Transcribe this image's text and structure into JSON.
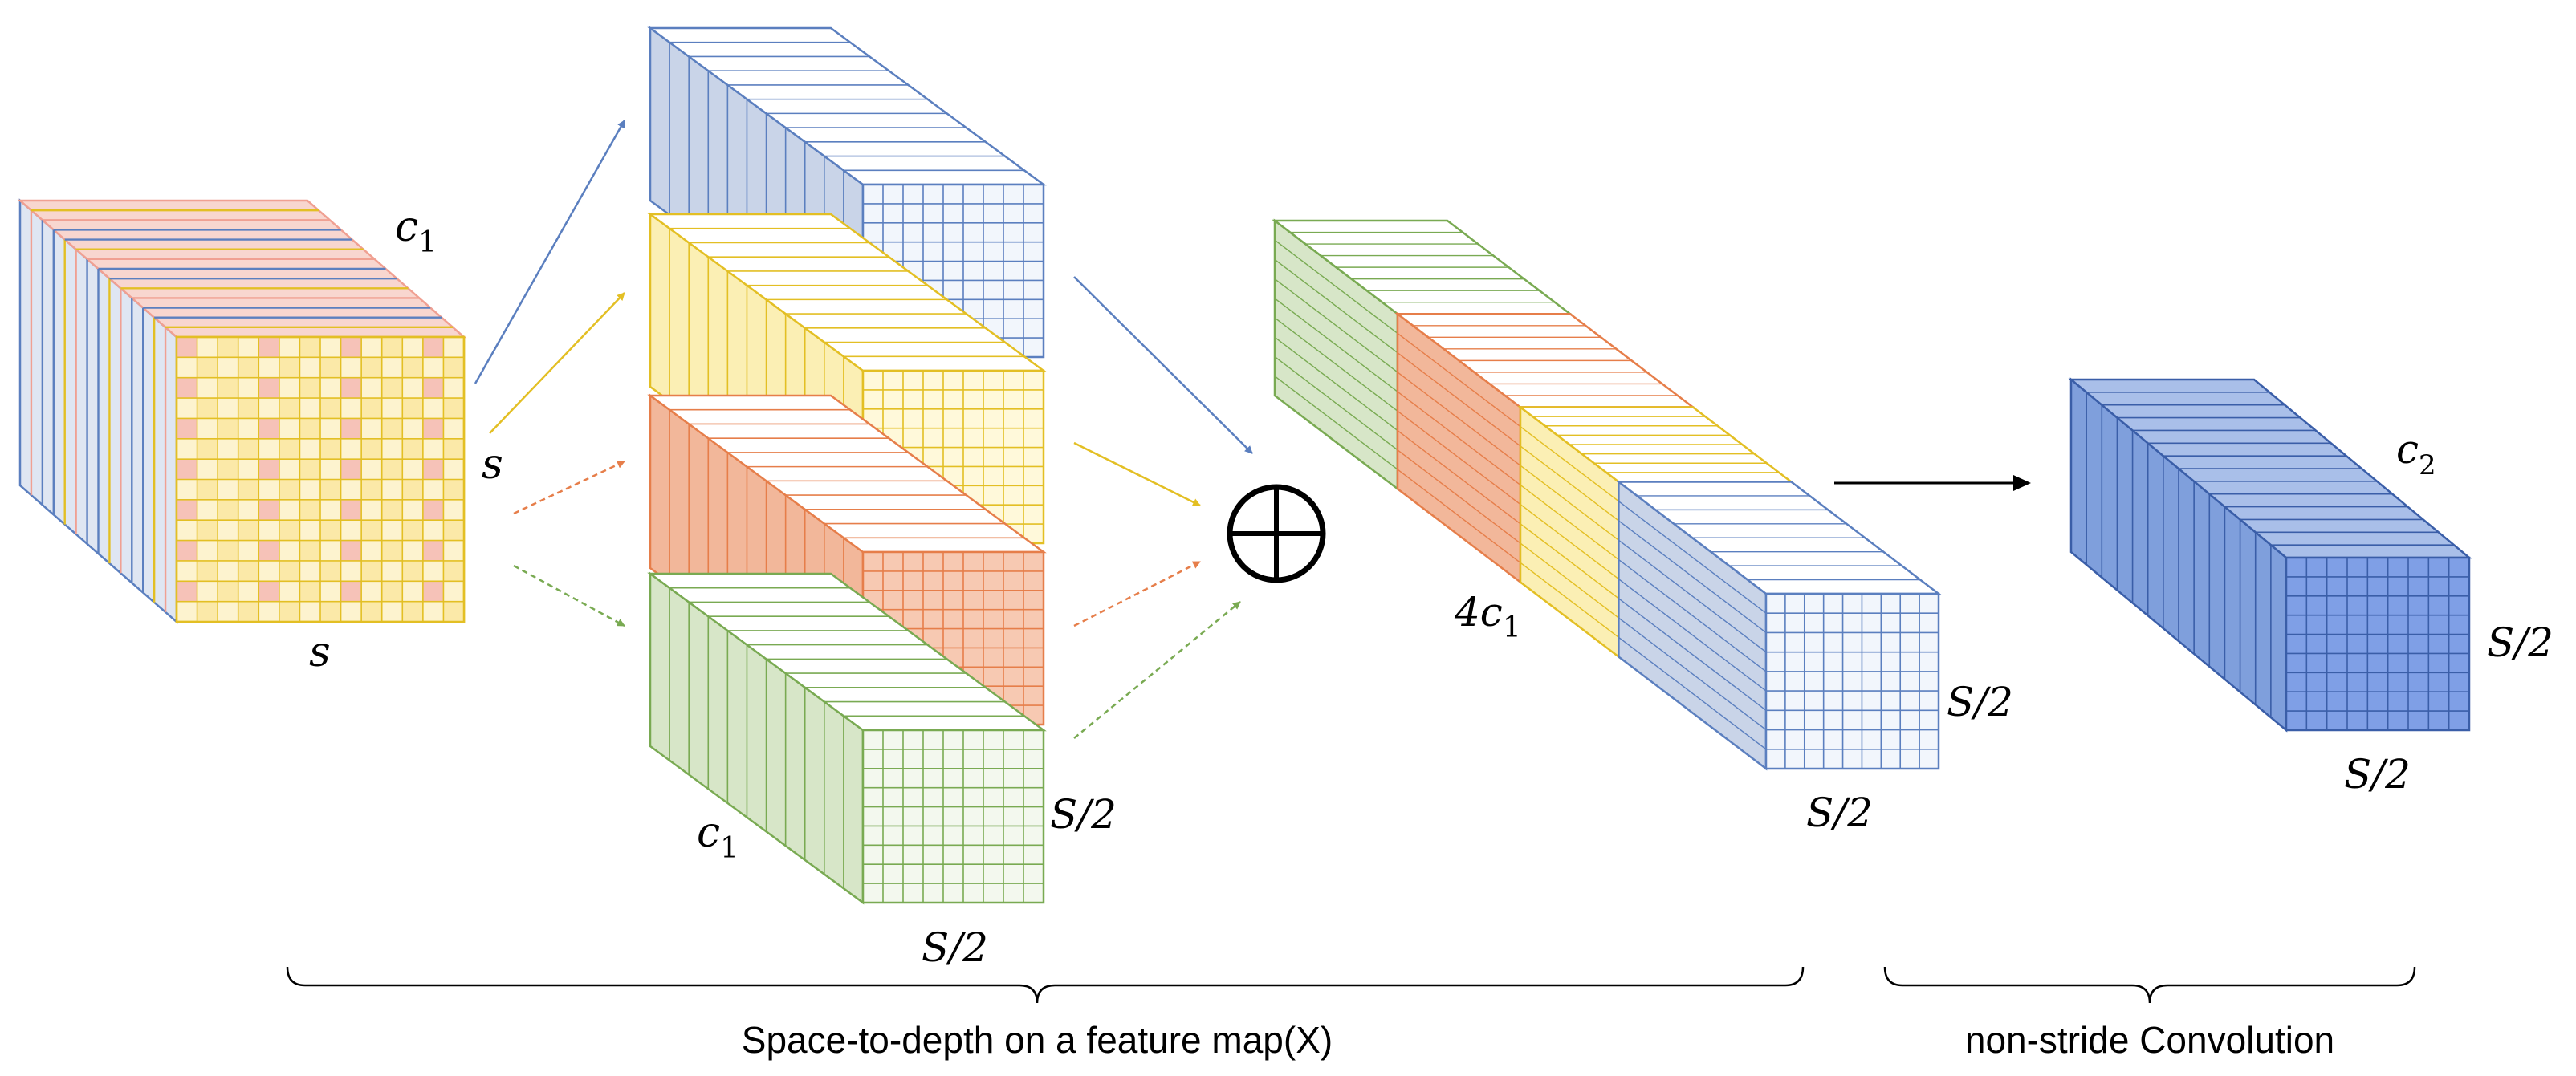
{
  "labels": {
    "input_channels": "c",
    "input_channels_sub": "1",
    "input_height": "s",
    "input_width": "s",
    "sub_channels": "c",
    "sub_channels_sub": "1",
    "sub_height": "S/2",
    "sub_width": "S/2",
    "concat_channels_prefix": "4c",
    "concat_channels_sub": "1",
    "concat_height": "S/2",
    "concat_width": "S/2",
    "output_channels": "c",
    "output_channels_sub": "2",
    "output_height": "S/2",
    "output_width": "S/2",
    "concat_operator": "⊕"
  },
  "captions": {
    "space_to_depth": "Space-to-depth on a feature map(X)",
    "convolution": "non-stride Convolution"
  },
  "colors": {
    "blue": "#5b7fbf",
    "blue_fill": "#c9d4e8",
    "yellow": "#e3bf24",
    "yellow_fill": "#fbefb4",
    "orange": "#e67e4a",
    "orange_fill": "#f2b79a",
    "green": "#79aa52",
    "green_fill": "#d7e6c8",
    "pink": "#f0a092",
    "dark_blue": "#3a5ea8",
    "dark_blue_fill": "#7f9fdc"
  }
}
